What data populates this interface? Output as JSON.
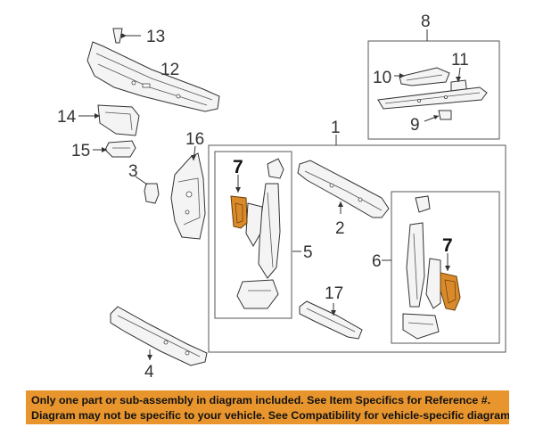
{
  "callouts": {
    "c1": "1",
    "c2": "2",
    "c3": "3",
    "c4": "4",
    "c5": "5",
    "c6": "6",
    "c7a": "7",
    "c7b": "7",
    "c8": "8",
    "c9": "9",
    "c10": "10",
    "c11": "11",
    "c12": "12",
    "c13": "13",
    "c14": "14",
    "c15": "15",
    "c16": "16",
    "c17": "17"
  },
  "colors": {
    "highlight": "#d98a2b",
    "banner": "#e8952e"
  },
  "banner": {
    "line1": "Only one part or sub-assembly in diagram included. See Item Specifics for Reference #.",
    "line2": "Diagram may not be specific to your vehicle. See Compatibility for vehicle-specific diagrams."
  }
}
